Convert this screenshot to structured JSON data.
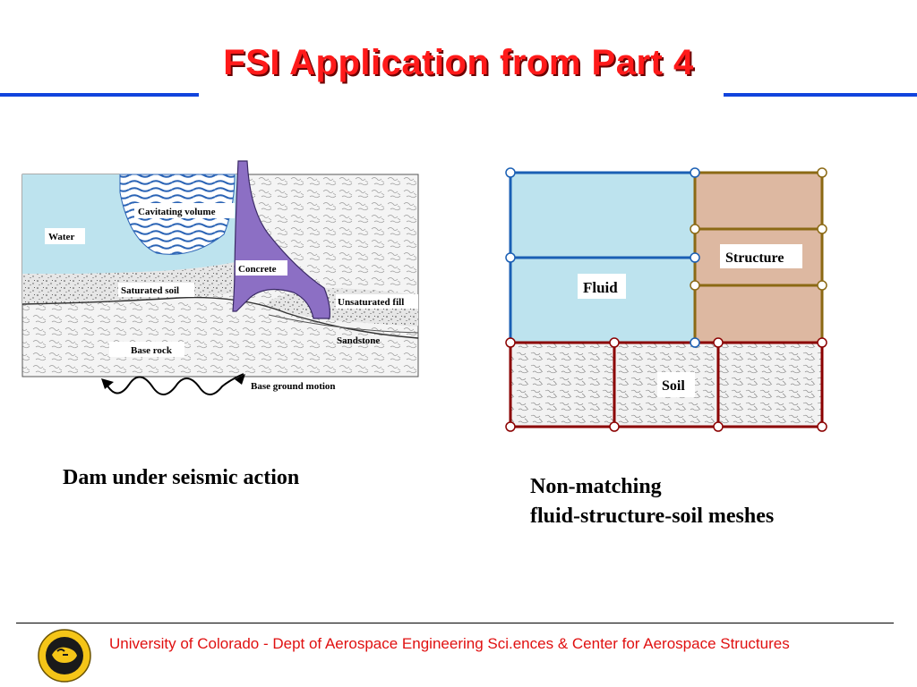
{
  "title": "FSI  Application from Part 4",
  "dam_figure": {
    "labels": {
      "water": "Water",
      "cavitating_volume": "Cavitating volume",
      "concrete": "Concrete",
      "saturated_soil": "Saturated soil",
      "unsaturated_fill": "Unsaturated fill",
      "sandstone": "Sandstone",
      "base_rock": "Base rock",
      "base_ground_motion": "Base ground motion"
    },
    "caption": "Dam under seismic action"
  },
  "mesh_figure": {
    "labels": {
      "fluid": "Fluid",
      "structure": "Structure",
      "soil": "Soil"
    },
    "caption_line1": "Non-matching",
    "caption_line2": "fluid-structure-soil meshes",
    "colors": {
      "fluid_fill": "#bde3ee",
      "fluid_stroke": "#1a5fb4",
      "structure_fill": "#ddb8a1",
      "structure_stroke": "#8b6914",
      "soil_stroke": "#8b0000"
    }
  },
  "footer": {
    "text": "University of Colorado - Dept of Aerospace Engineering Sci.ences & Center for Aerospace Structures"
  }
}
